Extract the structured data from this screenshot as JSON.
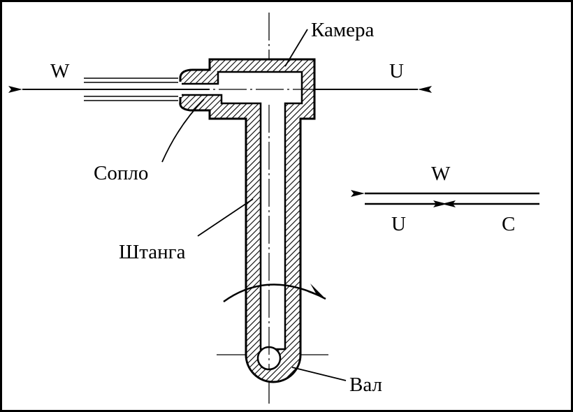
{
  "labels": {
    "chamber": "Камера",
    "nozzle": "Сопло",
    "rod": "Штанга",
    "shaft": "Вал",
    "w_top": "W",
    "u_top": "U",
    "w_right": "W",
    "u_right": "U",
    "c_right": "C"
  },
  "colors": {
    "ink": "#000000",
    "background": "#ffffff"
  }
}
